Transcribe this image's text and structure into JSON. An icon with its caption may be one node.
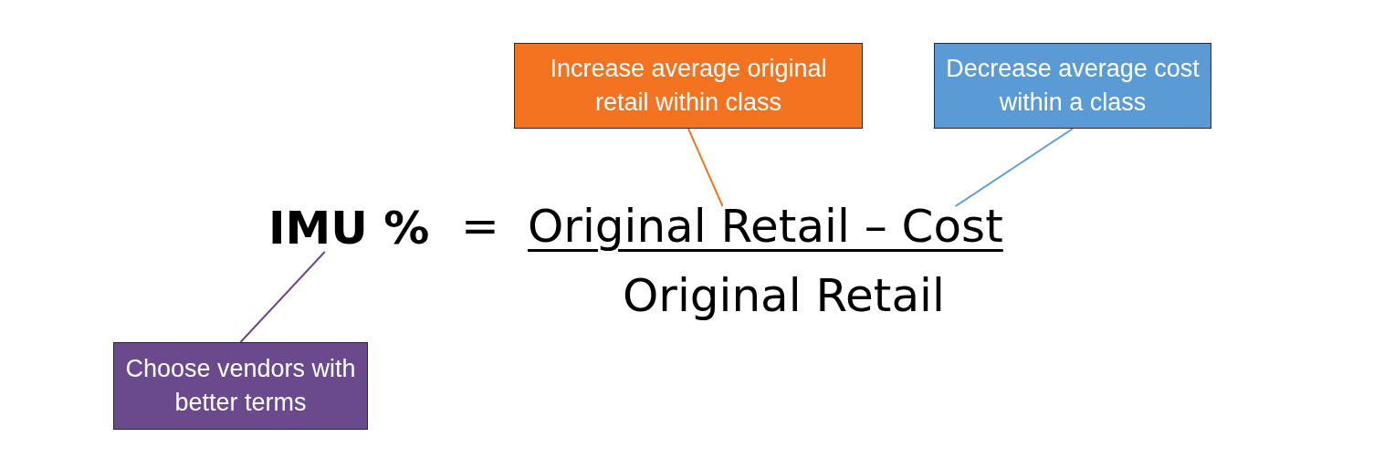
{
  "diagram": {
    "nodes": [
      {
        "text": [
          "Increase average original retail within class"
        ]
      },
      {
        "text": [
          "Decrease average cost within a class"
        ]
      },
      {
        "text": [
          "IMU %"
        ]
      },
      {
        "text": [
          "Original Retail – Cost"
        ]
      },
      {
        "text": [
          "Original Retail"
        ]
      },
      {
        "text": [
          "Choose vendors with better terms"
        ]
      }
    ],
    "edges": [
      {
        "from": 0,
        "to": 3,
        "arrow": "none",
        "color": "#f47321"
      },
      {
        "from": 1,
        "to": 3,
        "arrow": "none",
        "color": "#5b9bd5"
      },
      {
        "from": 5,
        "to": 2,
        "arrow": "none",
        "color": "#6a4a8c"
      }
    ],
    "labels": [
      "="
    ]
  }
}
